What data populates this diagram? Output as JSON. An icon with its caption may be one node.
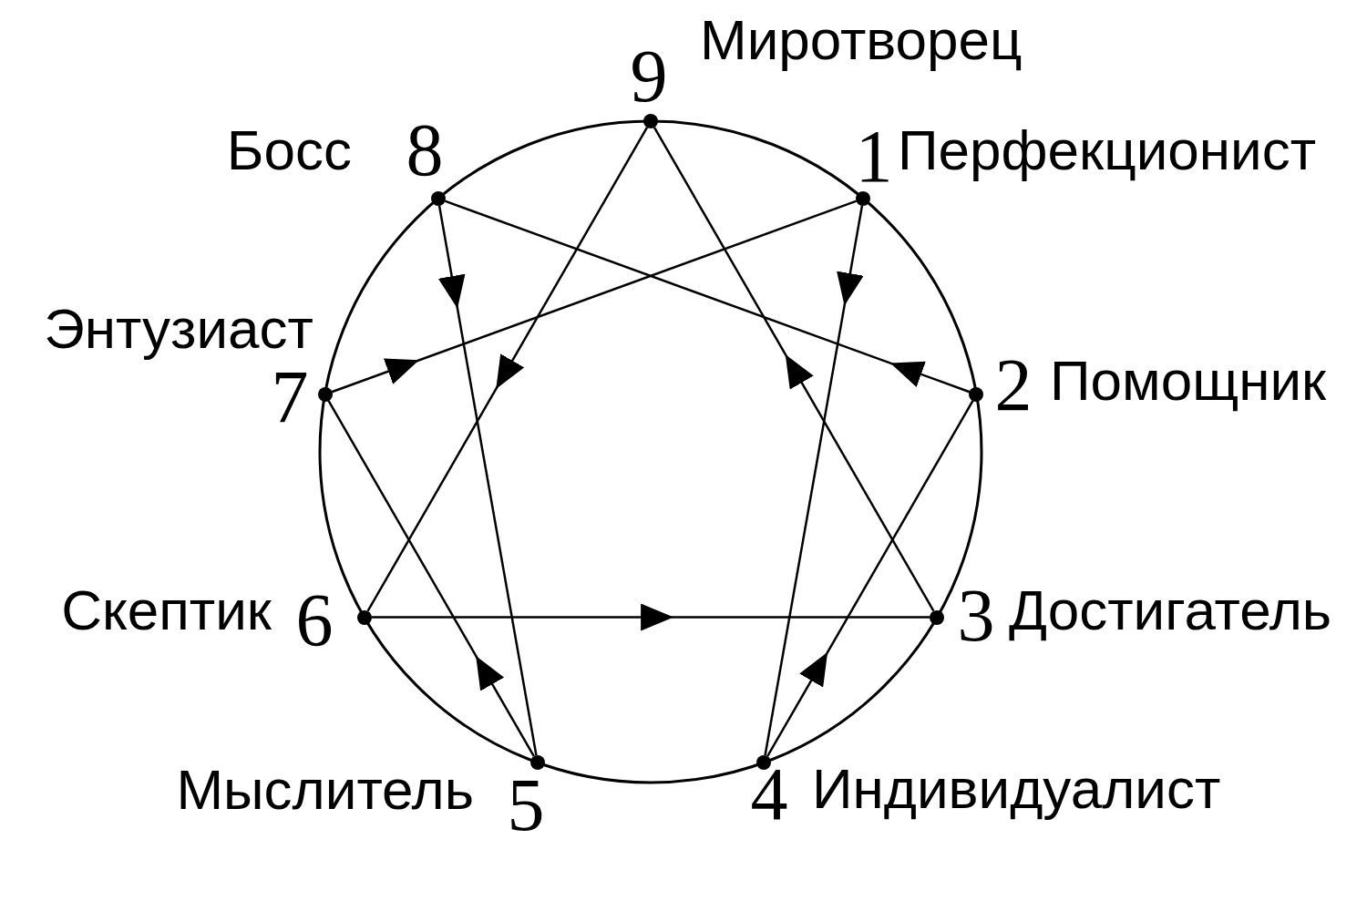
{
  "diagram": {
    "nodes": [
      {
        "text": [],
        "shape": "circle",
        "beside": [
          "9",
          "Миротворец"
        ]
      },
      {
        "text": [],
        "shape": "circle",
        "beside": [
          "1",
          "Перфекционист"
        ]
      },
      {
        "text": [],
        "shape": "circle",
        "beside": [
          "2",
          "Помощник"
        ]
      },
      {
        "text": [],
        "shape": "circle",
        "beside": [
          "3",
          "Достигатель"
        ]
      },
      {
        "text": [],
        "shape": "circle",
        "beside": [
          "4",
          "Индивидуалист"
        ]
      },
      {
        "text": [],
        "shape": "circle",
        "beside": [
          "5",
          "Мыслитель"
        ]
      },
      {
        "text": [],
        "shape": "circle",
        "beside": [
          "6",
          "Скептик"
        ]
      },
      {
        "text": [],
        "shape": "circle",
        "beside": [
          "7",
          "Энтузиаст"
        ]
      },
      {
        "text": [],
        "shape": "circle",
        "beside": [
          "8",
          "Босс"
        ]
      }
    ],
    "edges": [
      {
        "from": 1,
        "to": 4,
        "arrow": "to"
      },
      {
        "from": 4,
        "to": 2,
        "arrow": "to"
      },
      {
        "from": 2,
        "to": 8,
        "arrow": "to"
      },
      {
        "from": 8,
        "to": 5,
        "arrow": "to"
      },
      {
        "from": 5,
        "to": 7,
        "arrow": "to"
      },
      {
        "from": 7,
        "to": 1,
        "arrow": "to"
      },
      {
        "from": 0,
        "to": 6,
        "arrow": "to"
      },
      {
        "from": 6,
        "to": 3,
        "arrow": "to"
      },
      {
        "from": 3,
        "to": 0,
        "arrow": "to"
      }
    ]
  }
}
